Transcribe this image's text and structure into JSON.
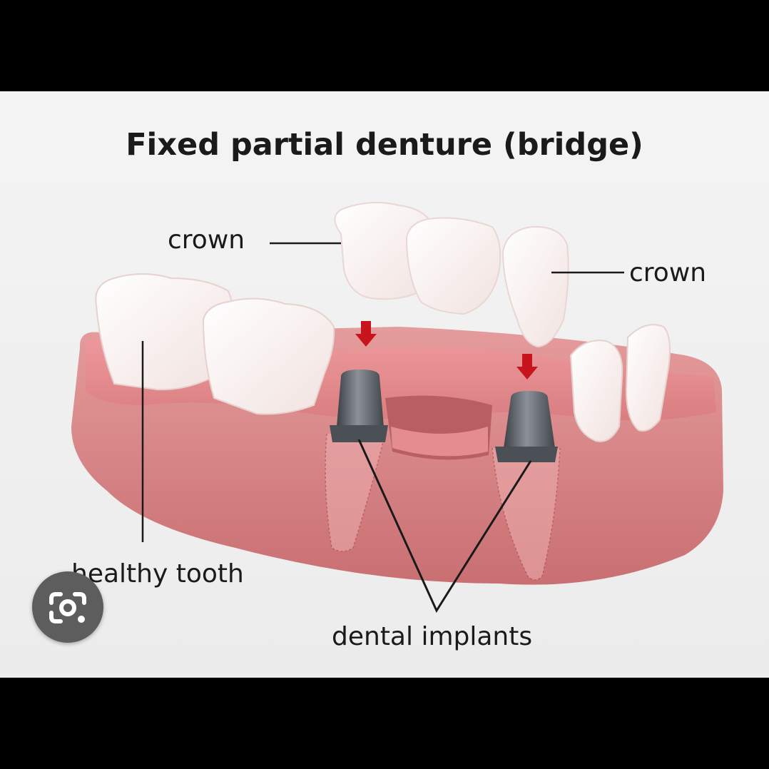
{
  "title": "Fixed partial denture (bridge)",
  "labels": {
    "crown_left": "crown",
    "crown_right": "crown",
    "healthy_tooth": "healthy tooth",
    "dental_implants": "dental implants"
  },
  "icons": {
    "lens": "lens-camera-icon"
  },
  "colors": {
    "gum": "#d98a8b",
    "tooth": "#fbf3f1",
    "implant": "#555b61",
    "arrow": "#c8141c",
    "background": "#f0f0f0"
  }
}
